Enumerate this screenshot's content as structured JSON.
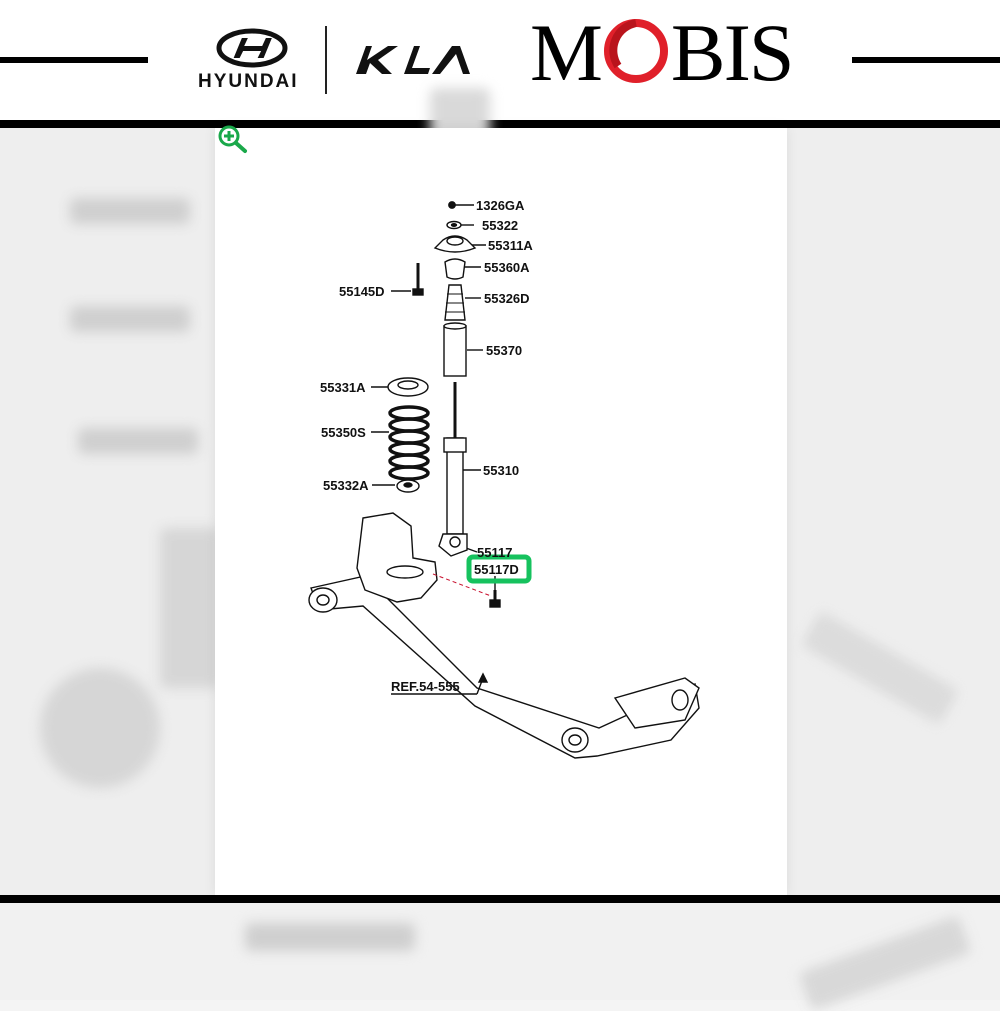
{
  "brands": {
    "hyundai": "HYUNDAI",
    "kia": "KIA",
    "mobis_prefix": "M",
    "mobis_suffix": "BIS"
  },
  "diagram": {
    "part_labels": {
      "p1326GA": "1326GA",
      "p55322": "55322",
      "p55311A": "55311A",
      "p55360A": "55360A",
      "p55145D": "55145D",
      "p55326D": "55326D",
      "p55370": "55370",
      "p55331A": "55331A",
      "p55350S": "55350S",
      "p55310": "55310",
      "p55332A": "55332A",
      "p55117": "55117",
      "p55117D": "55117D"
    },
    "reference": "REF.54-555",
    "highlighted_part": "55117D"
  },
  "colors": {
    "highlight": "#16c25e",
    "mobis_o": "#e0202a",
    "zoom": "#1aa84a"
  },
  "icons": {
    "zoom": "zoom-in-icon"
  }
}
